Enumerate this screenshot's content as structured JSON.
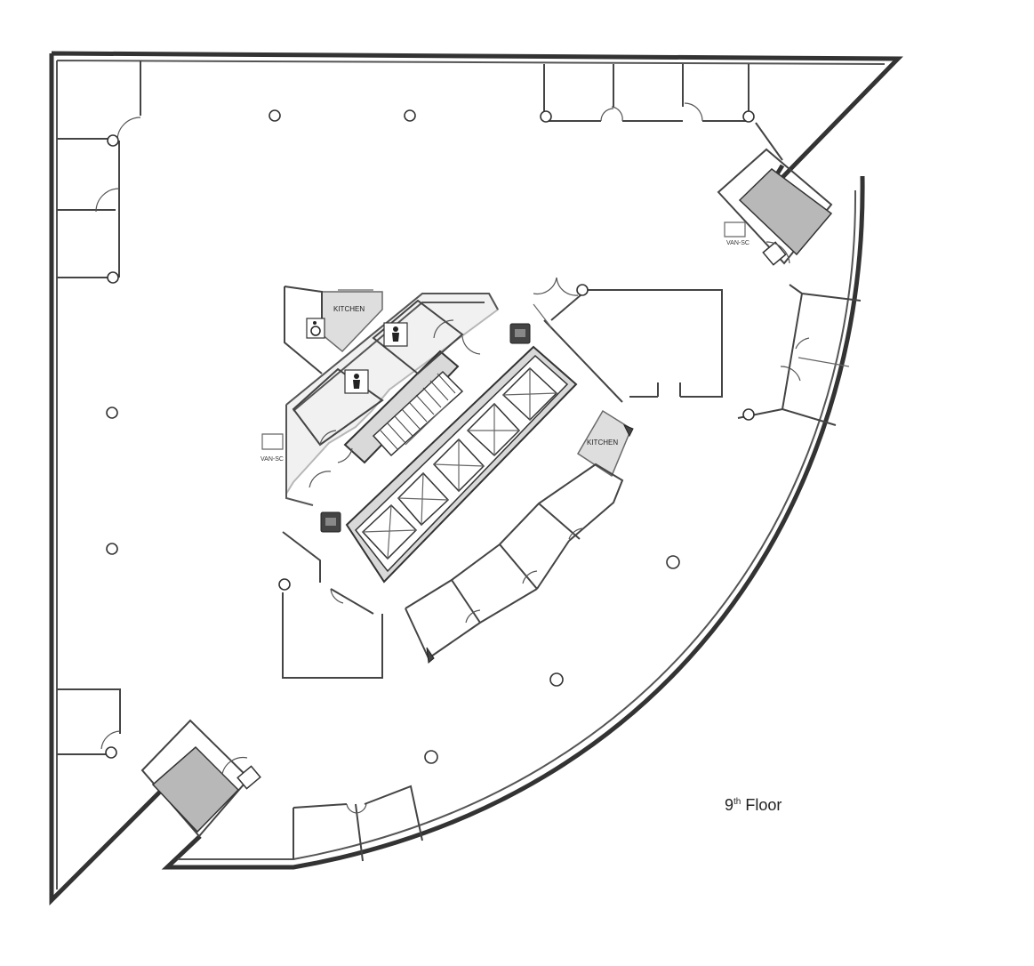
{
  "floor": {
    "number": "9",
    "suffix": "th",
    "word": "Floor"
  },
  "rooms": {
    "kitchen_upper": "KITCHEN",
    "kitchen_lower": "KITCHEN"
  },
  "symbols": {
    "van_left": "VAN-SC",
    "van_right": "VAN-SC"
  },
  "icons": {
    "restroom_men": "person-icon",
    "restroom_women": "person-icon",
    "accessible": "wheelchair-icon",
    "phone": "phone-icon"
  }
}
